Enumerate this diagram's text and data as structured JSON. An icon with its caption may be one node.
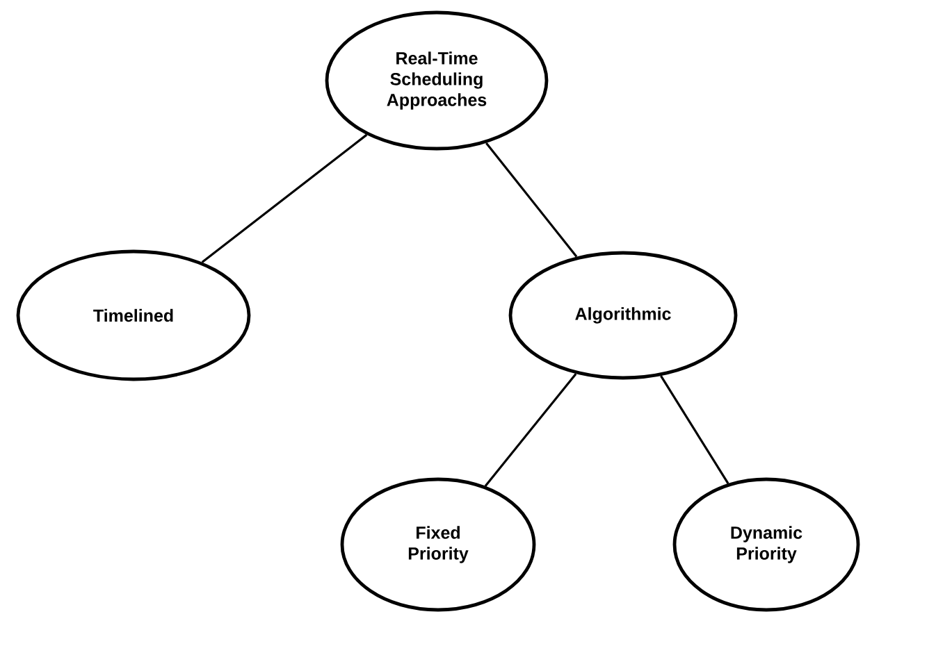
{
  "diagram": {
    "nodes": [
      {
        "text": [
          "Real-Time Scheduling Approaches"
        ]
      },
      {
        "text": [
          "Timelined"
        ]
      },
      {
        "text": [
          "Algorithmic"
        ]
      },
      {
        "text": [
          "Fixed Priority"
        ]
      },
      {
        "text": [
          "Dynamic Priority"
        ]
      }
    ],
    "edges": [
      {
        "from": 0,
        "to": 1,
        "arrow": "none"
      },
      {
        "from": 0,
        "to": 2,
        "arrow": "none"
      },
      {
        "from": 2,
        "to": 3,
        "arrow": "none"
      },
      {
        "from": 2,
        "to": 4,
        "arrow": "none"
      }
    ]
  }
}
